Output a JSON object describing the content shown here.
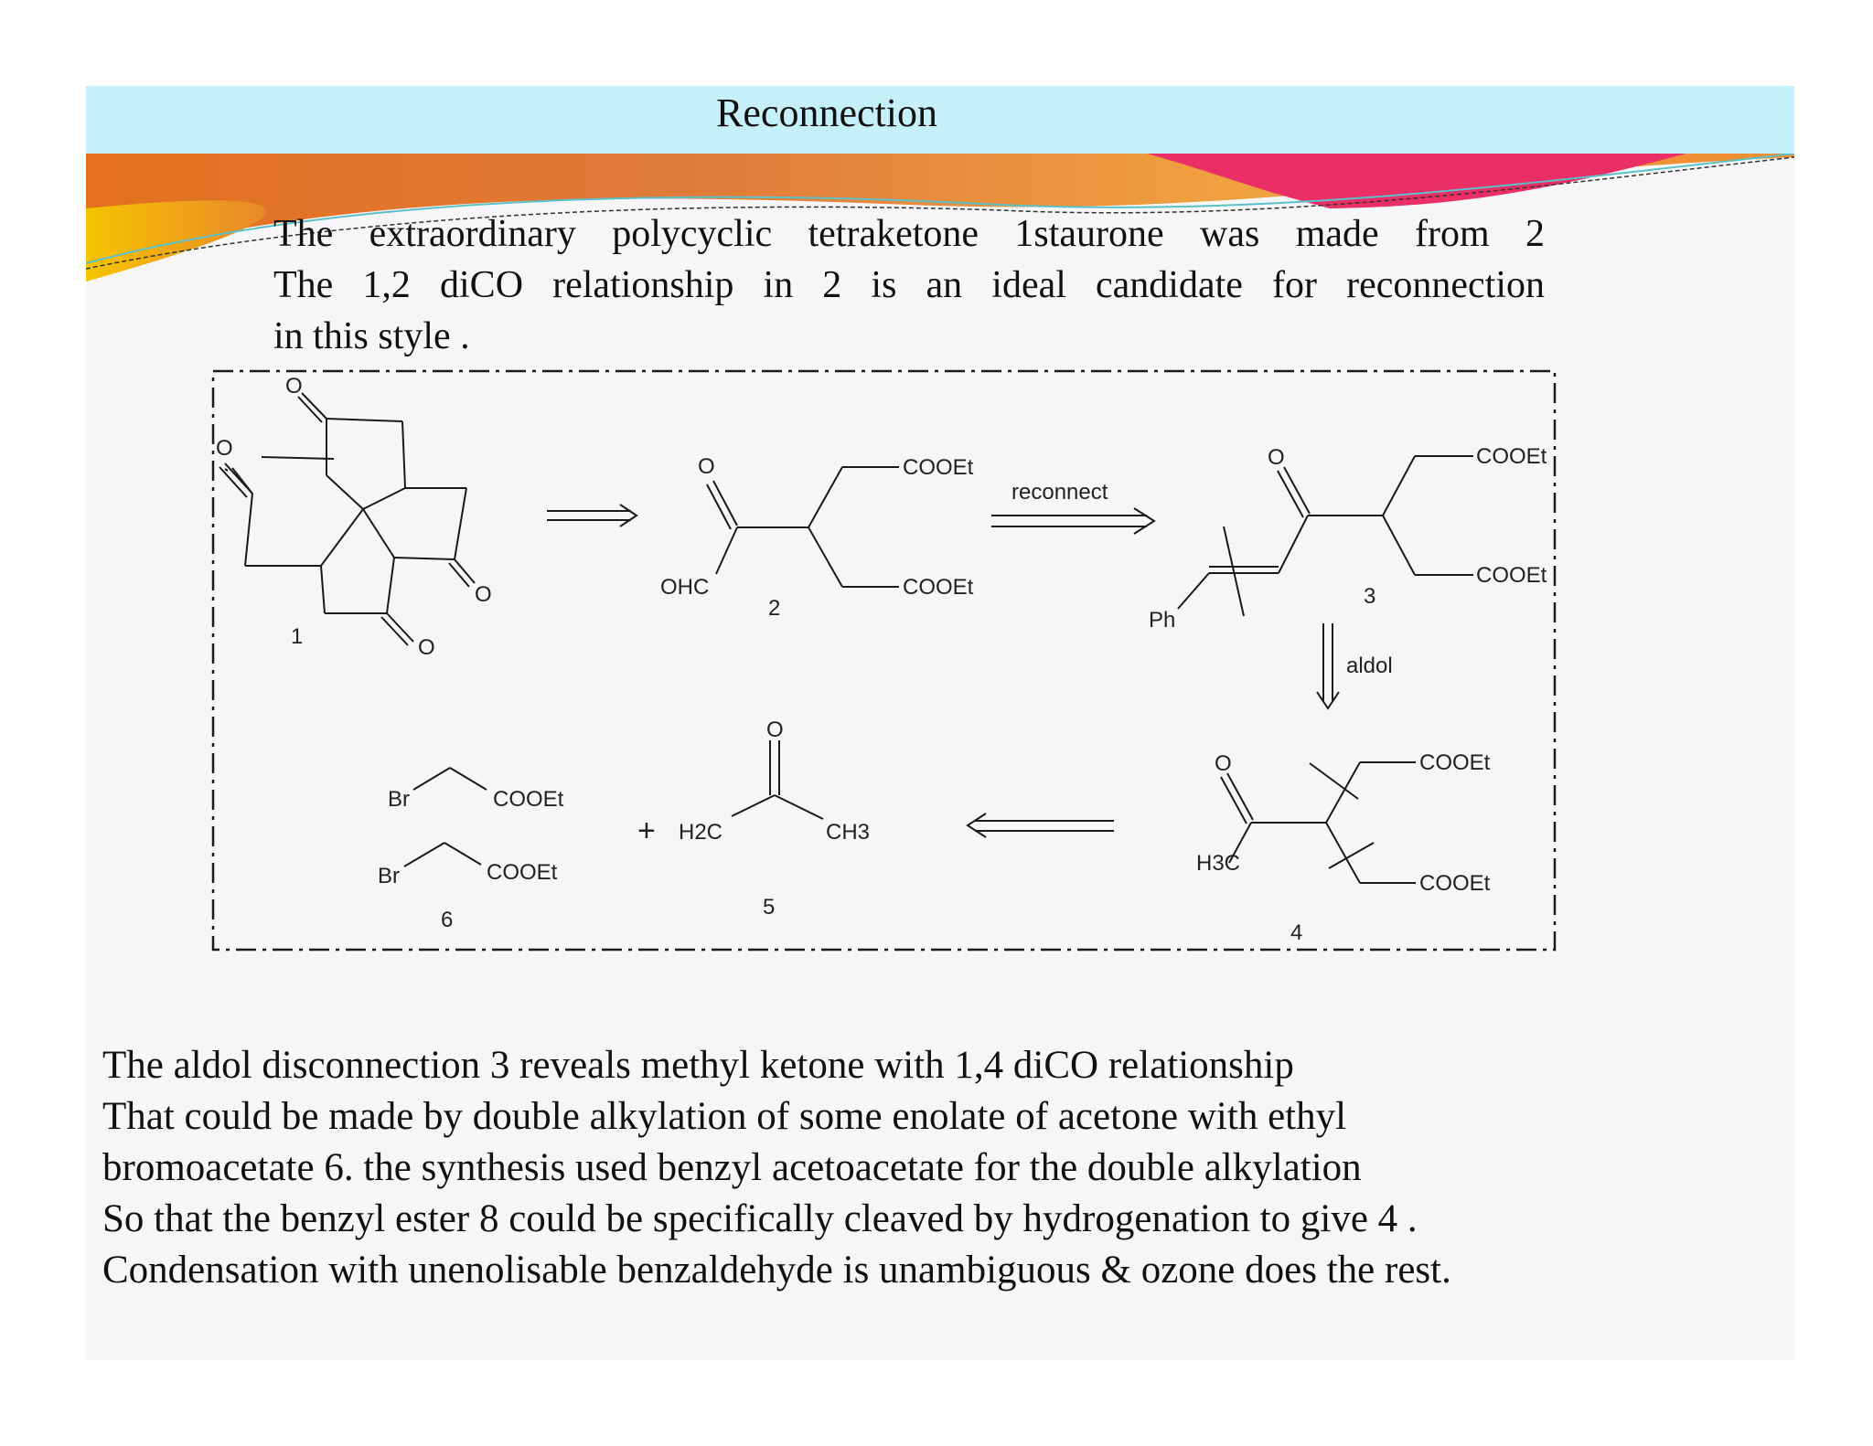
{
  "slide": {
    "title": "Reconnection",
    "intro_lines": [
      "The extraordinary polycyclic tetraketone 1staurone was made from 2",
      "The 1,2 diCO relationship in 2 is an ideal candidate for reconnection",
      "in this  style ."
    ],
    "body_lines": [
      "The aldol disconnection 3 reveals methyl ketone with 1,4 diCO relationship",
      "That could be made by double alkylation of some enolate of acetone with ethyl",
      "bromoacetate 6. the synthesis  used benzyl acetoacetate for the double alkylation",
      "So that the benzyl ester 8 could  be specifically cleaved by hydrogenation to give 4 .",
      "Condensation with unenolisable benzaldehyde  is unambiguous & ozone does the rest."
    ]
  },
  "scheme": {
    "arrows": {
      "reconnect": "reconnect",
      "aldol": "aldol"
    },
    "c1": {
      "number": "1",
      "o_top": "O",
      "o_left": "O",
      "o_right": "O",
      "o_bottom": "O"
    },
    "c2": {
      "number": "2",
      "o": "O",
      "ohc": "OHC",
      "ester_top": "COOEt",
      "ester_bottom": "COOEt"
    },
    "c3": {
      "number": "3",
      "o": "O",
      "ph": "Ph",
      "ester_top": "COOEt",
      "ester_bottom": "COOEt"
    },
    "c4": {
      "number": "4",
      "o": "O",
      "h3c": "H3C",
      "ester_top": "COOEt",
      "ester_bottom": "COOEt"
    },
    "c5": {
      "number": "5",
      "o": "O",
      "plus": "+",
      "h2c": "H2C",
      "ch3": "CH3"
    },
    "c6": {
      "number": "6",
      "br1": "Br",
      "br2": "Br",
      "ester1": "COOEt",
      "ester2": "COOEt"
    }
  }
}
